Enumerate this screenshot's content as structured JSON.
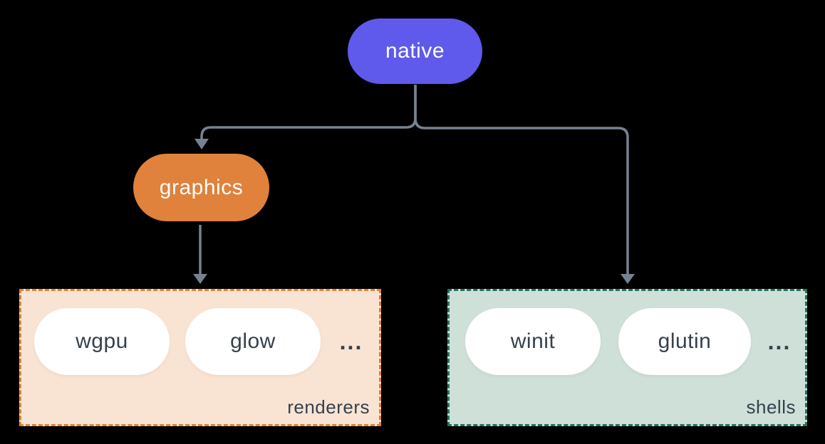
{
  "diagram": {
    "background_color": "#000000",
    "connector_color": "#76828F",
    "nodes": {
      "native": {
        "label": "native",
        "bg_color": "#5F5AEB",
        "text_color": "#FFFFFF"
      },
      "graphics": {
        "label": "graphics",
        "bg_color": "#E0813C",
        "text_color": "#FFFFFF"
      }
    },
    "groups": {
      "renderers": {
        "label": "renderers",
        "bg_color": "#F9E4D4",
        "border_color": "#E0813C",
        "item_bg_color": "#FFFFFF",
        "item_text_color": "#36414C",
        "items": [
          "wgpu",
          "glow"
        ],
        "ellipsis": "..."
      },
      "shells": {
        "label": "shells",
        "bg_color": "#CFE0D9",
        "border_color": "#26705F",
        "item_bg_color": "#FFFFFF",
        "item_text_color": "#36414C",
        "items": [
          "winit",
          "glutin"
        ],
        "ellipsis": "..."
      }
    },
    "edges": [
      {
        "from": "native",
        "to": "graphics"
      },
      {
        "from": "native",
        "to": "shells"
      },
      {
        "from": "graphics",
        "to": "renderers"
      }
    ]
  }
}
